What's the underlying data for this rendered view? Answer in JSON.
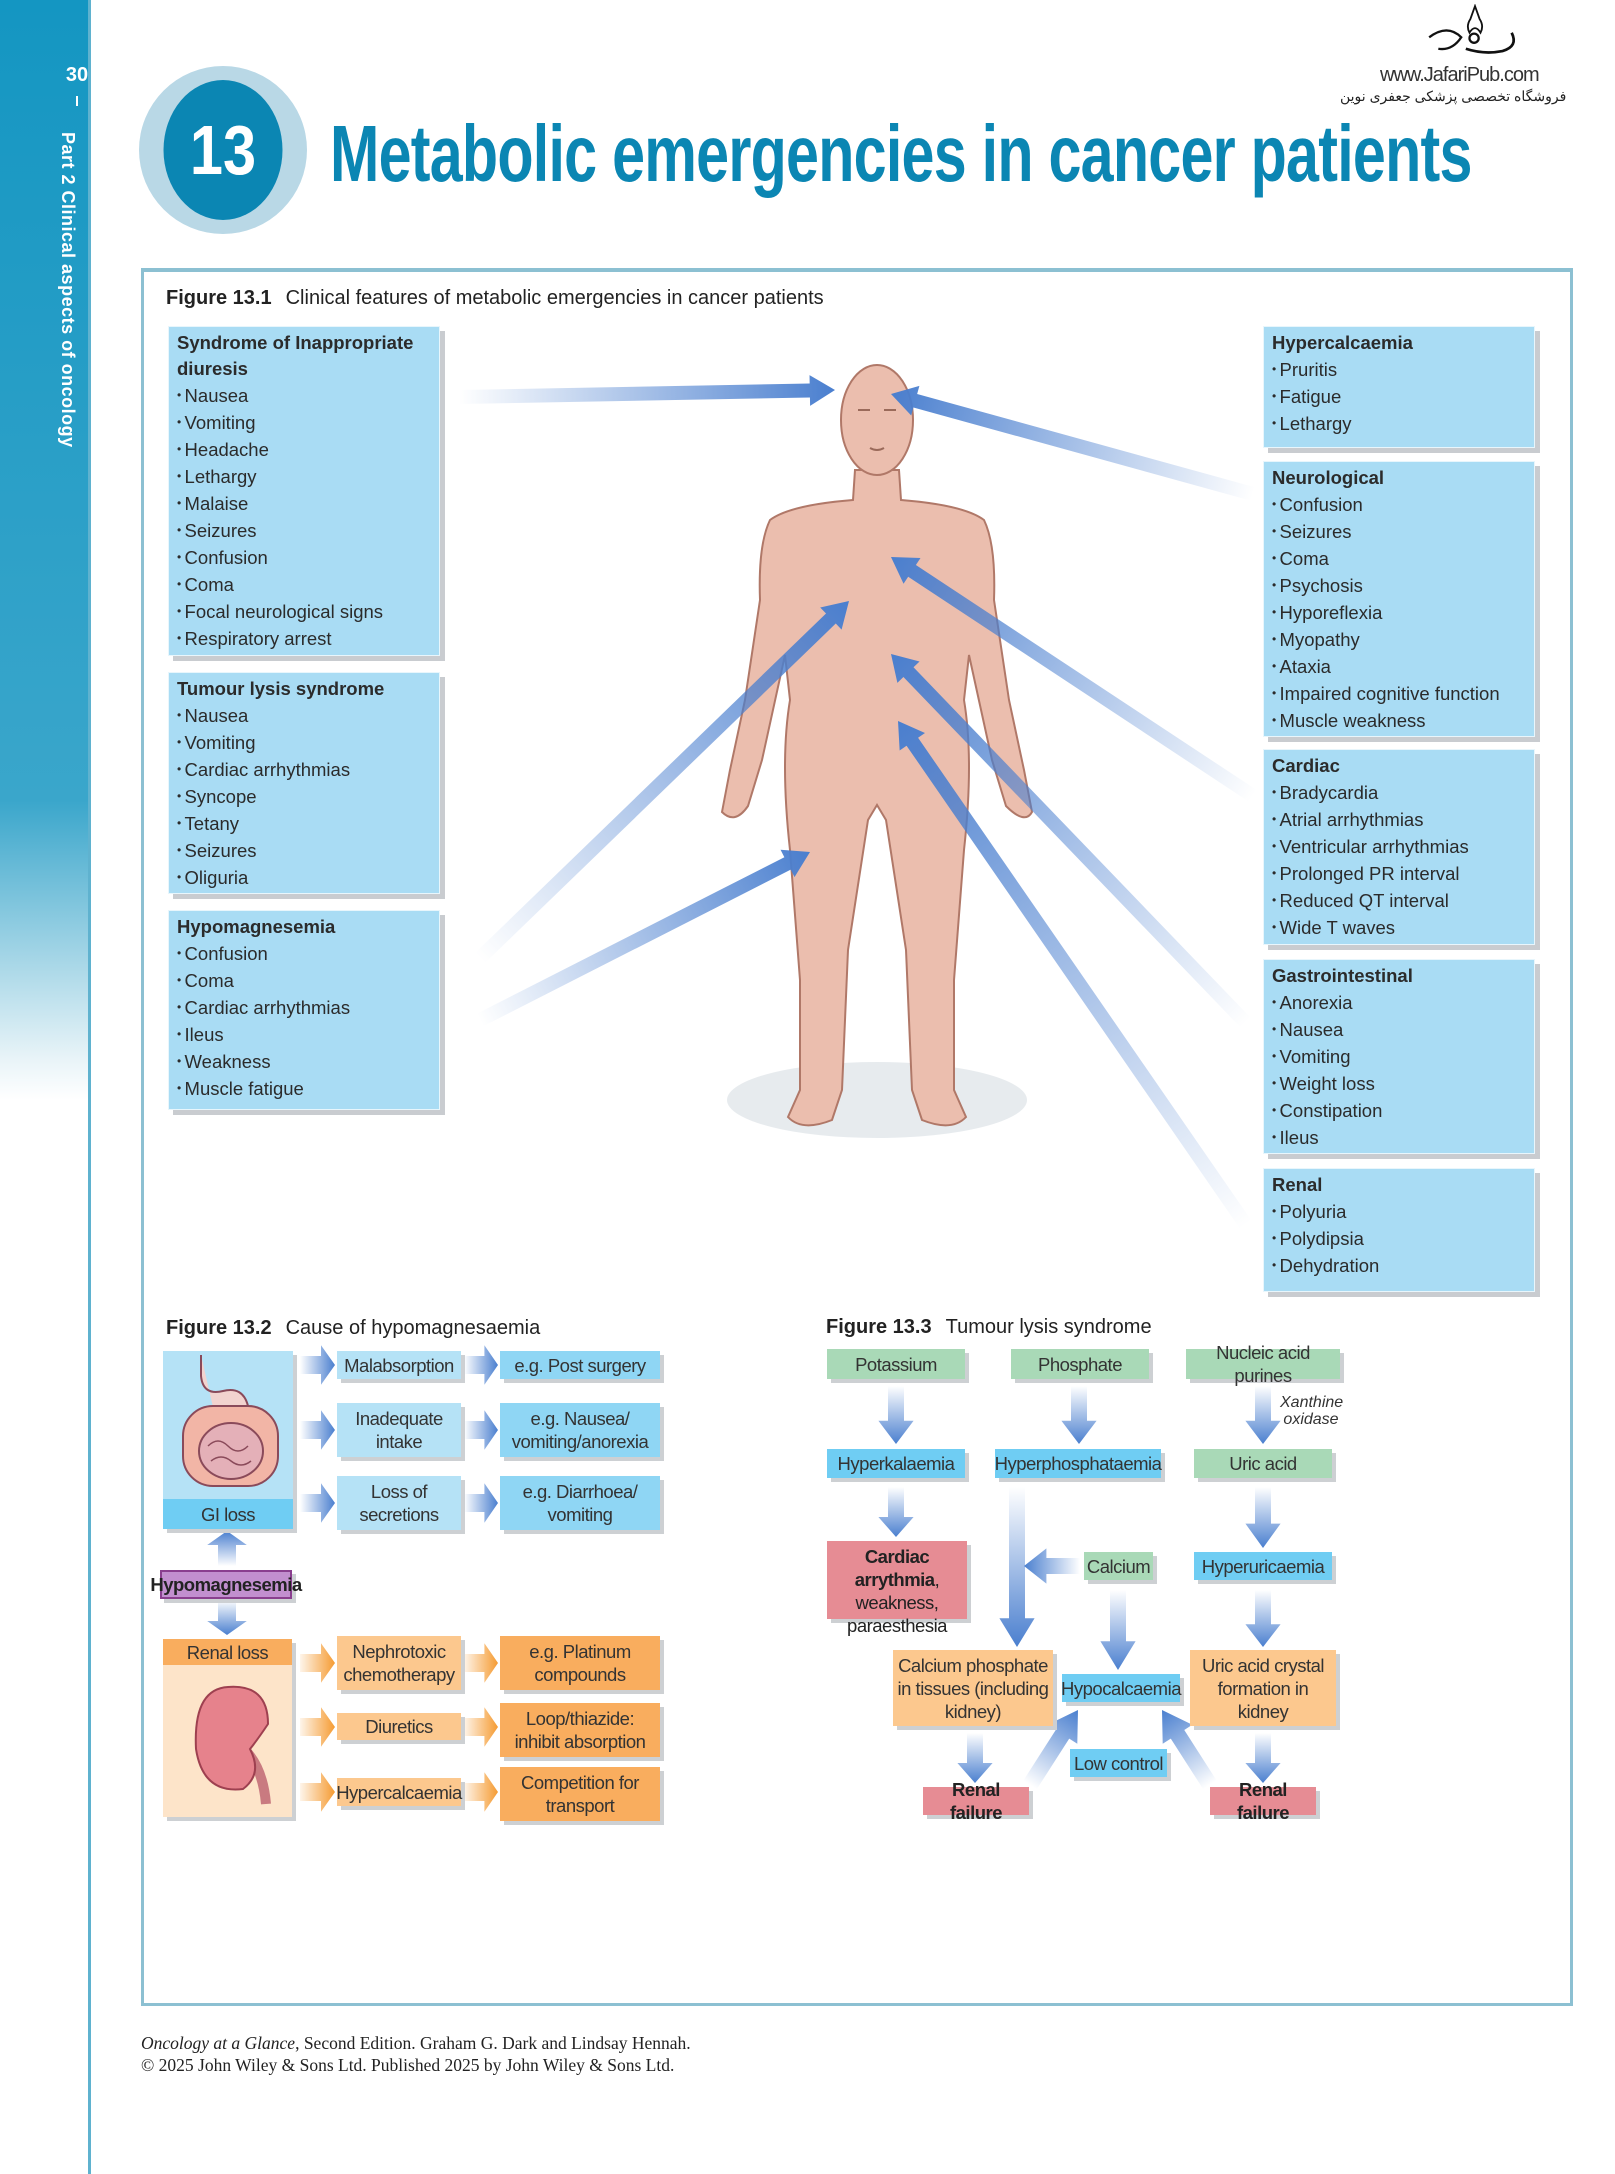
{
  "page": {
    "number": "30",
    "part": "Part 2  Clinical aspects of oncology"
  },
  "chapter": {
    "number": "13",
    "title": "Metabolic emergencies in cancer patients"
  },
  "watermark": {
    "url": "www.JafariPub.com",
    "persian": "فروشگاه تخصصی پزشکی جعفری نوین"
  },
  "fig1": {
    "label": "Figure 13.1",
    "title": "Clinical features of metabolic emergencies in cancer patients",
    "left_boxes": [
      {
        "heading": "Syndrome of Inappropriate diuresis",
        "items": [
          "Nausea",
          "Vomiting",
          "Headache",
          "Lethargy",
          "Malaise",
          "Seizures",
          "Confusion",
          "Coma",
          "Focal neurological signs",
          "Respiratory arrest"
        ]
      },
      {
        "heading": "Tumour lysis syndrome",
        "items": [
          "Nausea",
          "Vomiting",
          "Cardiac arrhythmias",
          "Syncope",
          "Tetany",
          "Seizures",
          "Oliguria"
        ]
      },
      {
        "heading": "Hypomagnesemia",
        "items": [
          "Confusion",
          "Coma",
          "Cardiac arrhythmias",
          "Ileus",
          "Weakness",
          "Muscle fatigue"
        ]
      }
    ],
    "right_boxes": [
      {
        "heading": "Hypercalcaemia",
        "items": [
          "Pruritis",
          "Fatigue",
          "Lethargy"
        ]
      },
      {
        "heading": "Neurological",
        "items": [
          "Confusion",
          "Seizures",
          "Coma",
          "Psychosis",
          "Hyporeflexia",
          "Myopathy",
          "Ataxia",
          "Impaired cognitive function",
          "Muscle weakness"
        ]
      },
      {
        "heading": "Cardiac",
        "items": [
          "Bradycardia",
          "Atrial arrhythmias",
          "Ventricular arrhythmias",
          "Prolonged PR interval",
          "Reduced QT interval",
          "Wide T waves"
        ]
      },
      {
        "heading": "Gastrointestinal",
        "items": [
          "Anorexia",
          "Nausea",
          "Vomiting",
          "Weight loss",
          "Constipation",
          "Ileus"
        ]
      },
      {
        "heading": "Renal",
        "items": [
          "Polyuria",
          "Polydipsia",
          "Dehydration"
        ]
      }
    ]
  },
  "fig2": {
    "label": "Figure 13.2",
    "title": "Cause of hypomagnesaemia",
    "gi_loss": "GI loss",
    "renal_loss": "Renal loss",
    "center": "Hypomagnesemia",
    "gi_causes": [
      "Malabsorption",
      "Inadequate intake",
      "Loss of secretions"
    ],
    "gi_examples": [
      "e.g. Post surgery",
      "e.g. Nausea/ vomiting/anorexia",
      "e.g. Diarrhoea/ vomiting"
    ],
    "renal_causes": [
      "Nephrotoxic chemotherapy",
      "Diuretics",
      "Hypercalcaemia"
    ],
    "renal_examples": [
      "e.g. Platinum compounds",
      "Loop/thiazide: inhibit absorption",
      "Competition for transport"
    ]
  },
  "fig3": {
    "label": "Figure 13.3",
    "title": "Tumour lysis syndrome",
    "potassium": "Potassium",
    "phosphate": "Phosphate",
    "nucleic": "Nucleic acid purines",
    "xanthine": "Xanthine oxidase",
    "hyperkalaemia": "Hyperkalaemia",
    "hyperphosphataemia": "Hyperphosphataemia",
    "uric_acid": "Uric acid",
    "cardiac_bold": "Cardiac arrythmia",
    "cardiac_rest": ", weakness, paraesthesia",
    "calcium": "Calcium",
    "hyperuricaemia": "Hyperuricaemia",
    "ca_phosphate": "Calcium phosphate in tissues (including kidney)",
    "hypocalcaemia": "Hypocalcaemia",
    "uric_crystal": "Uric acid crystal formation in kidney",
    "low_control": "Low control",
    "renal_failure_left": "Renal failure",
    "renal_failure_right": "Renal failure"
  },
  "footer": {
    "book": "Oncology at a Glance",
    "line1_rest": ", Second Edition. Graham G. Dark and Lindsay Hennah.",
    "line2": "© 2025 John Wiley & Sons Ltd. Published 2025 by John Wiley & Sons Ltd."
  }
}
